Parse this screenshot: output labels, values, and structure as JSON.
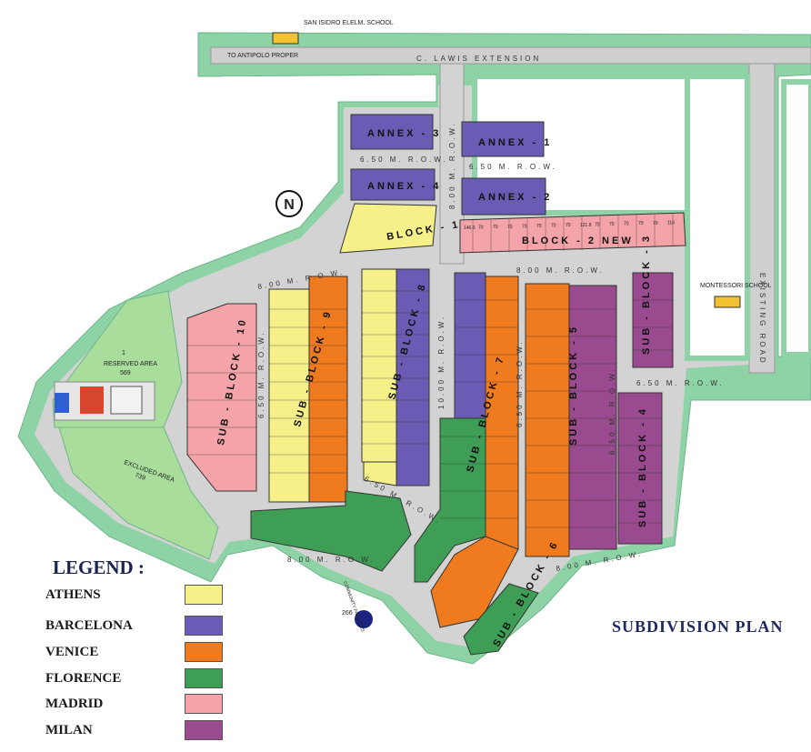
{
  "title": "SUBDIVISION PLAN",
  "legend": {
    "heading": "LEGEND :",
    "items": [
      {
        "name": "ATHENS",
        "color": "#f5f08a"
      },
      {
        "name": "BARCELONA",
        "color": "#6b5bb5"
      },
      {
        "name": "VENICE",
        "color": "#f07a1e"
      },
      {
        "name": "FLORENCE",
        "color": "#3f9e55"
      },
      {
        "name": "MADRID",
        "color": "#f4a3a8"
      },
      {
        "name": "MILAN",
        "color": "#9a4a8e"
      }
    ]
  },
  "roads": {
    "lawis": "C. LAWIS EXTENSION",
    "antipolo": "TO ANTIPOLO PROPER",
    "existing": "EXISTING ROAD",
    "row_800": "8.00 M. R.O.W.",
    "row_650": "6.50 M. R.O.W.",
    "row_1000": "10.00 M. R.O.W."
  },
  "landmarks": {
    "school": "SAN ISIDRO ELELM. SCHOOL",
    "montessori": "MONTESSORI SCHOOL",
    "reserved": "RESERVED AREA",
    "reserved_no": "1",
    "reserved_area": "569",
    "excluded": "EXCLUDED AREA",
    "excluded_area": "739",
    "community": "COMMUNITY FACILITIES",
    "community_area": "266",
    "north": "N"
  },
  "blocks": {
    "annex1": "ANNEX - 1",
    "annex2": "ANNEX - 2",
    "annex3": "ANNEX - 3",
    "annex4": "ANNEX - 4",
    "block1": "BLOCK - 1",
    "block2": "BLOCK - 2 NEW",
    "sub3": "SUB - BLOCK - 3",
    "sub4": "SUB - BLOCK - 4",
    "sub5": "SUB - BLOCK - 5",
    "sub6": "SUB - BLOCK - 6",
    "sub7": "SUB - BLOCK - 7",
    "sub8": "SUB - BLOCK - 8",
    "sub9": "SUB - BLOCK - 9",
    "sub10": "SUB - BLOCK - 10"
  },
  "block2_lots": [
    "146.0",
    "70",
    "70",
    "70",
    "70",
    "70",
    "70",
    "70",
    "121.8",
    "70",
    "70",
    "70",
    "70",
    "70",
    "116"
  ]
}
